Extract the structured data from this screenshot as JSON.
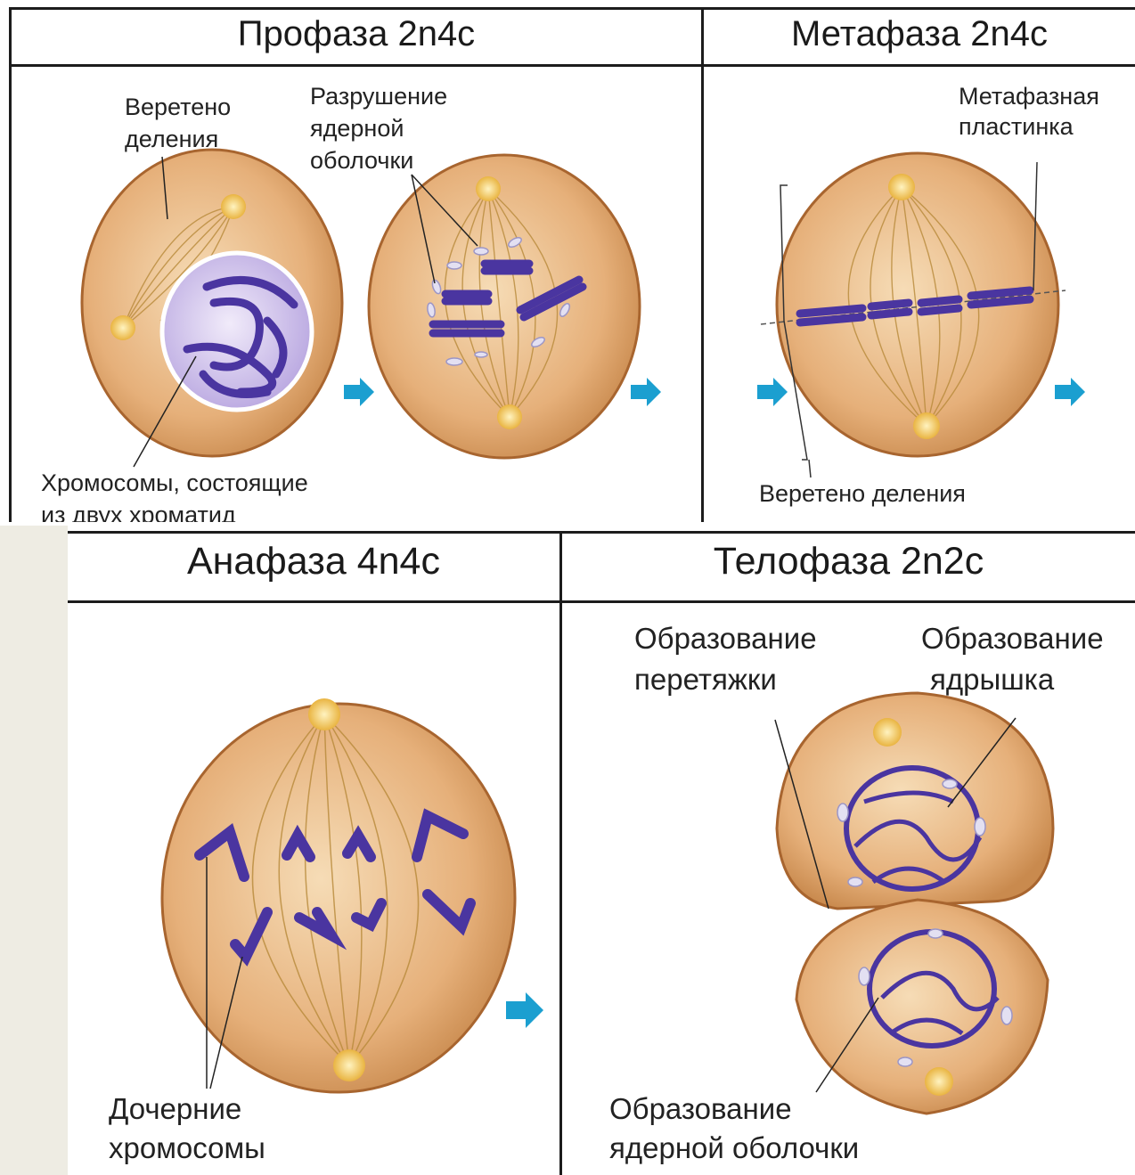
{
  "phases": {
    "prophase": {
      "title": "Профаза 2n4c"
    },
    "metaphase": {
      "title": "Метафаза 2n4c"
    },
    "anaphase": {
      "title": "Анафаза 4n4c"
    },
    "telophase": {
      "title": "Телофаза 2n2c"
    }
  },
  "labels": {
    "spindle_1": "Веретено",
    "spindle_2": "деления",
    "envelope_break_1": "Разрушение",
    "envelope_break_2": "ядерной",
    "envelope_break_3": "оболочки",
    "chromosomes_1": "Хромосомы, состоящие",
    "chromosomes_2": "из двух хроматид",
    "metaphase_plate_1": "Метафазная",
    "metaphase_plate_2": "пластинка",
    "spindle_meta": "Веретено деления",
    "daughter_1": "Дочерние",
    "daughter_2": "хромосомы",
    "furrow_1": "Образование",
    "furrow_2": "перетяжки",
    "nucleolus_1": "Образование",
    "nucleolus_2": "ядрышка",
    "new_envelope_1": "Образование",
    "new_envelope_2": "ядерной оболочки"
  },
  "colors": {
    "cell": "#e2a86a",
    "cell_edge": "#b06a33",
    "chromosome": "#4a35a0",
    "nucleus": "#c9b9e8",
    "arrow": "#1b9fd0",
    "centrosome": "#f6d46a"
  }
}
